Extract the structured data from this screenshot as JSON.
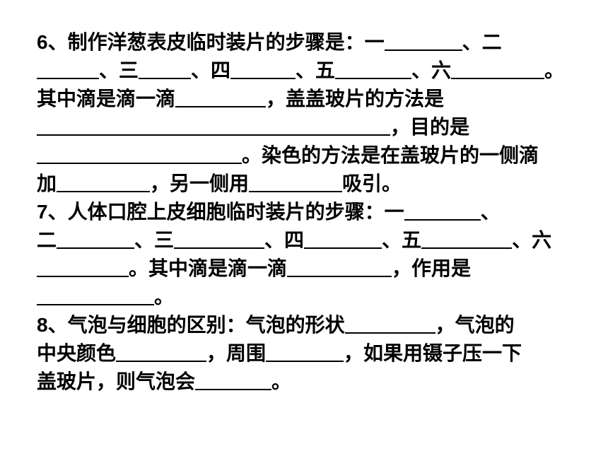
{
  "q6": {
    "number": "6",
    "l1a": "、制作洋葱表皮临时装片的步骤是：一",
    "l1b": "、二",
    "l2a": "、三",
    "l2b": "、四",
    "l2c": "、五",
    "l2d": "、六",
    "l2e": "。",
    "l3a": "其中滴是滴一滴",
    "l3b": "，盖盖玻片的方法是",
    "l4a": "，目的是",
    "l5a": "。染色的方法是在盖玻片的一侧滴",
    "l6a": "加",
    "l6b": "，另一侧用",
    "l6c": "吸引。"
  },
  "q7": {
    "number": "7",
    "l1a": "、人体口腔上皮细胞临时装片的步骤：一",
    "l1b": "、",
    "l2a": "二",
    "l2b": "、三",
    "l2c": "、四",
    "l2d": "、五",
    "l2e": "、六",
    "l3a": "。其中滴是滴一滴",
    "l3b": "，作用是",
    "l4a": "。"
  },
  "q8": {
    "number": "8",
    "l1a": "、气泡与细胞的区别：气泡的形状",
    "l1b": "，气泡的",
    "l2a": "中央颜色",
    "l2b": "，周围",
    "l2c": "，如果用镊子压一下",
    "l3a": "盖玻片，则气泡会",
    "l3b": "。"
  }
}
